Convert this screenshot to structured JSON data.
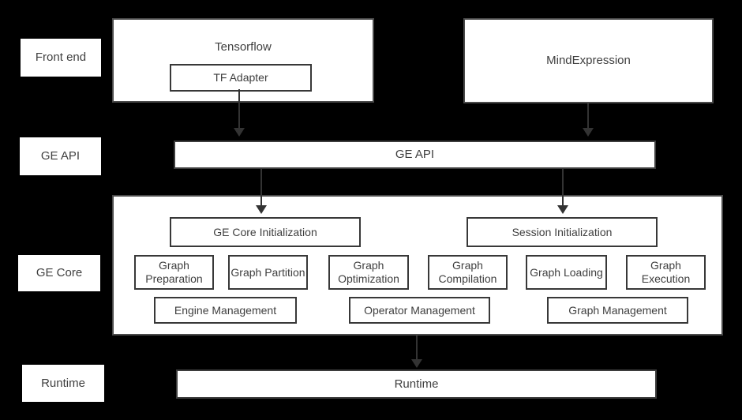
{
  "colors": {
    "background": "#000000",
    "box_fill": "#ffffff",
    "outer_border": "#4a4a4a",
    "inner_border": "#383838",
    "text": "#3f3f3f",
    "arrow": "#333333"
  },
  "side_labels": {
    "front_end": "Front end",
    "ge_api": "GE API",
    "ge_core": "GE Core",
    "runtime": "Runtime"
  },
  "front_end": {
    "tensorflow_label": "Tensorflow",
    "tf_adapter_label": "TF Adapter",
    "mindexpression_label": "MindExpression"
  },
  "ge_api": {
    "bar_label": "GE API"
  },
  "ge_core": {
    "init_boxes": [
      "GE Core Initialization",
      "Session Initialization"
    ],
    "function_boxes": [
      "Graph Preparation",
      "Graph Partition",
      "Graph Optimization",
      "Graph Compilation",
      "Graph Loading",
      "Graph Execution"
    ],
    "management_boxes": [
      "Engine Management",
      "Operator Management",
      "Graph Management"
    ]
  },
  "runtime": {
    "bar_label": "Runtime"
  },
  "connections": [
    {
      "from": "TF Adapter",
      "to": "GE API"
    },
    {
      "from": "MindExpression",
      "to": "GE API"
    },
    {
      "from": "GE API",
      "to": "GE Core Initialization"
    },
    {
      "from": "GE API",
      "to": "Session Initialization"
    },
    {
      "from": "GE Core",
      "to": "Runtime"
    }
  ]
}
